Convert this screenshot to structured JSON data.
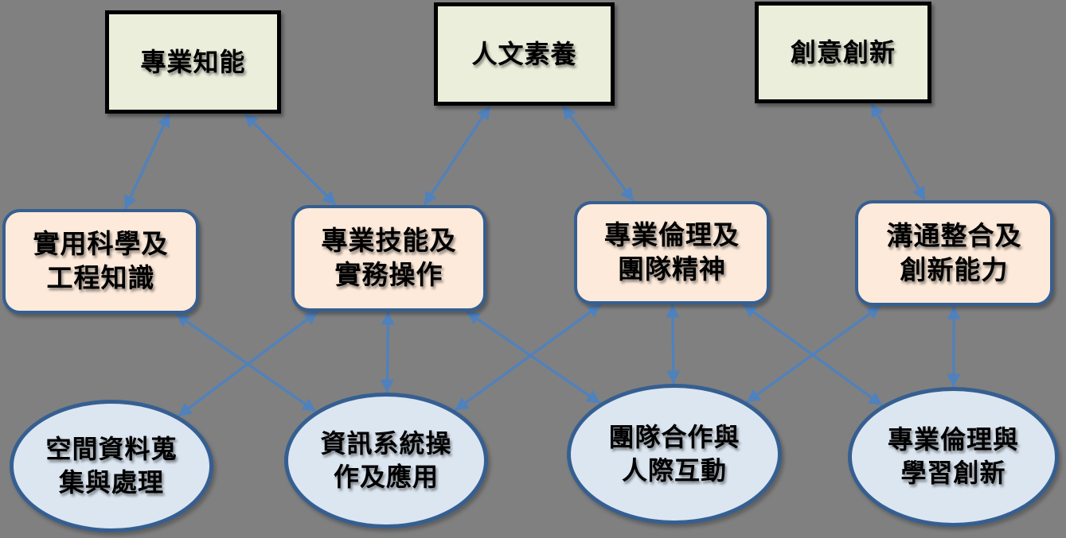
{
  "diagram": {
    "colors": {
      "background": "#808080",
      "arrow": "#4f81bd",
      "top_box_fill": "#eaeedb",
      "top_box_border": "#000000",
      "mid_box_fill": "#fdeada",
      "mid_box_border": "#365f91",
      "ellipse_fill": "#dce6f1",
      "ellipse_border": "#365f91",
      "text": "#000000"
    },
    "top_boxes": [
      {
        "id": "t1",
        "label": "專業知能"
      },
      {
        "id": "t2",
        "label": "人文素養"
      },
      {
        "id": "t3",
        "label": "創意創新"
      }
    ],
    "middle_boxes": [
      {
        "id": "m1",
        "label": "實用科學及\n工程知識"
      },
      {
        "id": "m2",
        "label": "專業技能及\n實務操作"
      },
      {
        "id": "m3",
        "label": "專業倫理及\n團隊精神"
      },
      {
        "id": "m4",
        "label": "溝通整合及\n創新能力"
      }
    ],
    "bottom_ellipses": [
      {
        "id": "e1",
        "label": "空間資料蒐\n集與處理"
      },
      {
        "id": "e2",
        "label": "資訊系統操\n作及應用"
      },
      {
        "id": "e3",
        "label": "團隊合作與\n人際互動"
      },
      {
        "id": "e4",
        "label": "專業倫理與\n學習創新"
      }
    ],
    "edges": [
      {
        "from": "t1",
        "to": "m1"
      },
      {
        "from": "t1",
        "to": "m2"
      },
      {
        "from": "t2",
        "to": "m2"
      },
      {
        "from": "t2",
        "to": "m3"
      },
      {
        "from": "t3",
        "to": "m4"
      },
      {
        "from": "m1",
        "to": "e2"
      },
      {
        "from": "m2",
        "to": "e1"
      },
      {
        "from": "m2",
        "to": "e2"
      },
      {
        "from": "m2",
        "to": "e3"
      },
      {
        "from": "m3",
        "to": "e2"
      },
      {
        "from": "m3",
        "to": "e3"
      },
      {
        "from": "m3",
        "to": "e4"
      },
      {
        "from": "m4",
        "to": "e3"
      },
      {
        "from": "m4",
        "to": "e4"
      }
    ],
    "arrow_style": "double-headed"
  }
}
